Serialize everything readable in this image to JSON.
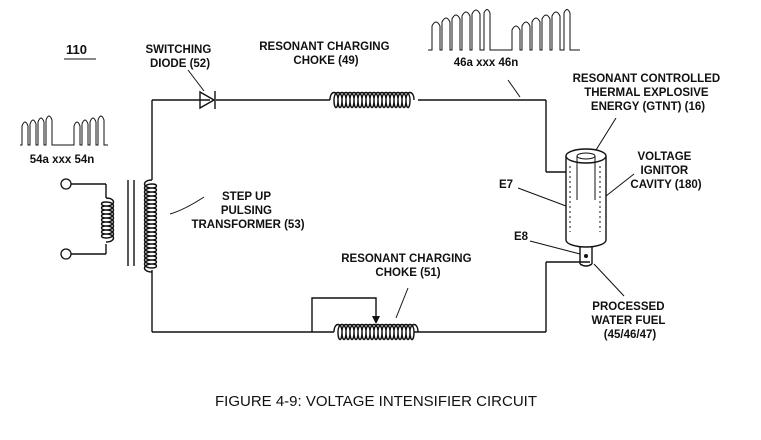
{
  "figure_number": "110",
  "caption": "FIGURE 4-9: VOLTAGE INTENSIFIER CIRCUIT",
  "labels": {
    "diode": [
      "SWITCHING",
      "DIODE (52)"
    ],
    "choke_top": [
      "RESONANT CHARGING",
      "CHOKE (49)"
    ],
    "pulse_top": "46a xxx 46n",
    "gtnt": [
      "RESONANT CONTROLLED",
      "THERMAL EXPLOSIVE",
      "ENERGY (GTNT) (16)"
    ],
    "cavity": [
      "VOLTAGE",
      "IGNITOR",
      "CAVITY (180)"
    ],
    "pulse_left": "54a xxx 54n",
    "transformer": [
      "STEP UP",
      "PULSING",
      "TRANSFORMER (53)"
    ],
    "e7": "E7",
    "e8": "E8",
    "choke_bottom": [
      "RESONANT CHARGING",
      "CHOKE (51)"
    ],
    "fuel": [
      "PROCESSED",
      "WATER FUEL",
      "(45/46/47)"
    ]
  },
  "colors": {
    "ink": "#111111",
    "paper": "#ffffff"
  },
  "icons": {
    "diode": "diode-symbol",
    "inductor": "coil-symbol",
    "transformer": "transformer-symbol",
    "cavity": "cylinder-cell",
    "terminal": "open-circle-terminal"
  }
}
